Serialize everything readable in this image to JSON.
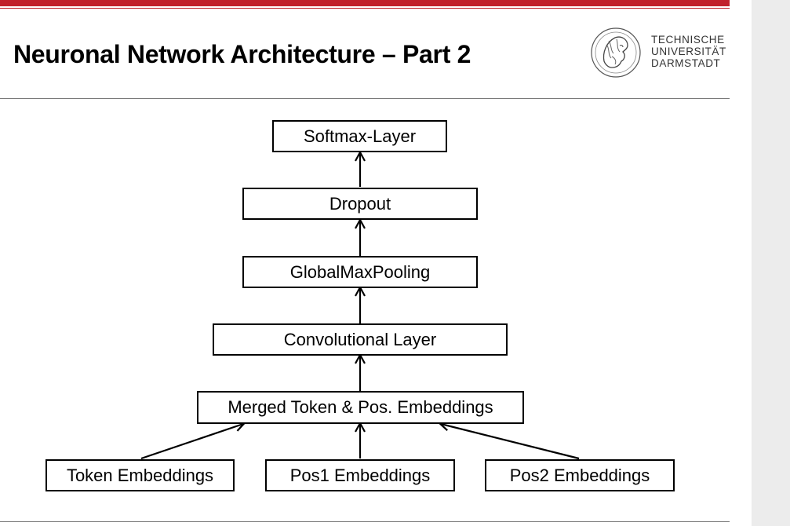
{
  "slide": {
    "title": "Neuronal Network Architecture – Part 2"
  },
  "logo": {
    "line1": "TECHNISCHE",
    "line2": "UNIVERSITÄT",
    "line3": "DARMSTADT"
  },
  "diagram": {
    "nodes": {
      "softmax": "Softmax-Layer",
      "dropout": "Dropout",
      "pooling": "GlobalMaxPooling",
      "conv": "Convolutional Layer",
      "merged": "Merged Token & Pos. Embeddings",
      "token": "Token Embeddings",
      "pos1": "Pos1 Embeddings",
      "pos2": "Pos2 Embeddings"
    }
  },
  "colors": {
    "accent": "#c1212b",
    "rule": "#7a7a7a",
    "box_border": "#000000"
  }
}
